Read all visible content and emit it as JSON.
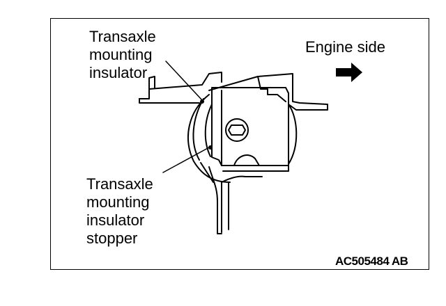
{
  "labels": {
    "insulator": "Transaxle\nmounting\ninsulator",
    "stopper": "Transaxle\nmounting\ninsulator\nstopper",
    "engine_side": "Engine side",
    "figure_code": "AC505484 AB"
  },
  "icons": {
    "direction": "arrow-right-icon"
  },
  "colors": {
    "ink": "#000000",
    "paper": "#ffffff"
  }
}
